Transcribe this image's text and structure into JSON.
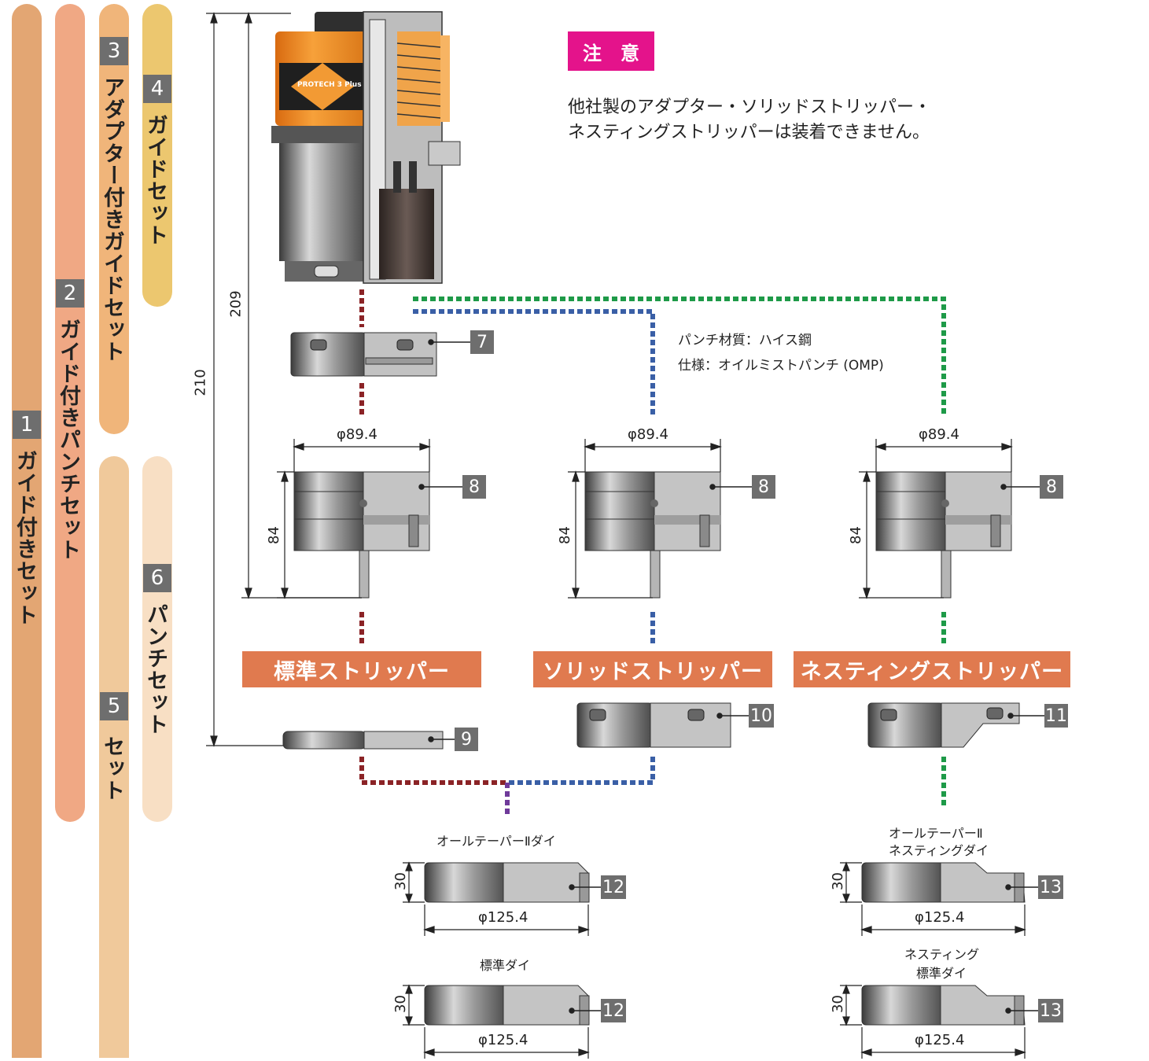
{
  "side_bars": [
    {
      "num": "1",
      "label": "ガイド付きセット"
    },
    {
      "num": "2",
      "label": "ガイド付きパンチセット"
    },
    {
      "num": "3",
      "label": "アダプター付きガイドセット"
    },
    {
      "num": "4",
      "label": "ガイドセット"
    },
    {
      "num": "5",
      "label": "セット"
    },
    {
      "num": "6",
      "label": "パンチセット"
    }
  ],
  "colors": {
    "bar1": "#e3a673",
    "bar2": "#f0a884",
    "bar3": "#f0b57a",
    "bar4": "#ecc76f",
    "bar5": "#f0c99b",
    "bar6": "#f8dfc4",
    "banner": "#e07a4f",
    "notice": "#e4138b",
    "line_red": "#8b2326",
    "line_blue": "#3a5fa6",
    "line_green": "#1e9a48",
    "line_purple": "#6f3a9a"
  },
  "notice": {
    "badge": "注　意",
    "line1": "他社製のアダプター・ソリッドストリッパー・",
    "line2": "ネスティングストリッパーは装着できません。"
  },
  "punch_info": {
    "material": "パンチ材質：ハイス鋼",
    "spec": "仕様：オイルミストパンチ (OMP)"
  },
  "product_logo": "PROTECH 3 Plus",
  "dimensions": {
    "total_210": "210",
    "total_209": "209",
    "punch_dia": "φ89.4",
    "punch_height": "84",
    "die_height": "30",
    "die_dia": "φ125.4"
  },
  "banners": [
    "標準ストリッパー",
    "ソリッドストリッパー",
    "ネスティングストリッパー"
  ],
  "callouts": {
    "c7": "7",
    "c8": "8",
    "c9": "9",
    "c10": "10",
    "c11": "11",
    "c12": "12",
    "c13": "13"
  },
  "die_labels": {
    "all_taper": "オールテーパーⅡダイ",
    "all_taper_nest_1": "オールテーパーⅡ",
    "all_taper_nest_2": "ネスティングダイ",
    "standard": "標準ダイ",
    "nest_std_1": "ネスティング",
    "nest_std_2": "標準ダイ"
  }
}
